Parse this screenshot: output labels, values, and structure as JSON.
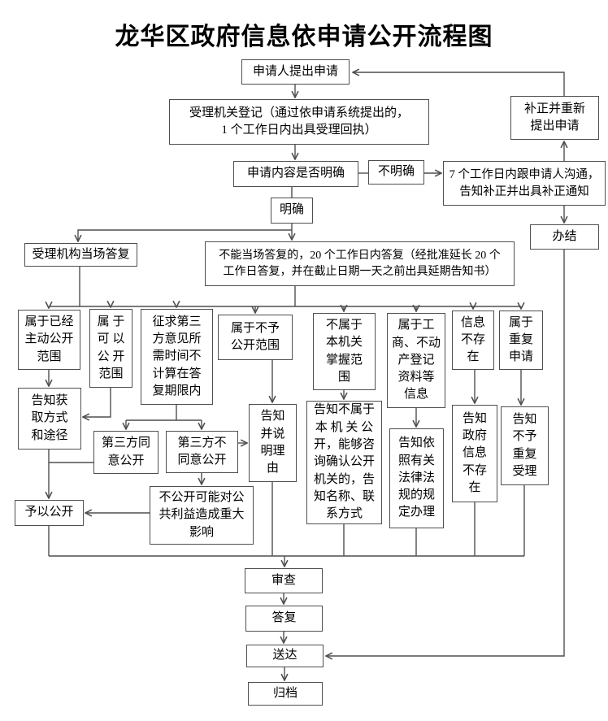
{
  "title": "龙华区政府信息依申请公开流程图",
  "colors": {
    "line": "#4f4f4f",
    "background": "#ffffff",
    "text": "#000000"
  },
  "nodes": {
    "applicant": {
      "label": "申请人提出申请"
    },
    "register": {
      "label": "受理机关登记（通过依申请系统提出的，\n1 个工作日内出具受理回执）"
    },
    "resubmit": {
      "label": "补正并重新\n提出申请"
    },
    "content_clear": {
      "label": "申请内容是否明确"
    },
    "unclear": {
      "label": "不明确"
    },
    "communicate": {
      "label": "7 个工作日内跟申请人沟通，\n告知补正并出具补正通知"
    },
    "clear": {
      "label": "明确"
    },
    "close_case": {
      "label": "办结"
    },
    "onspot_reply": {
      "label": "受理机构当场答复"
    },
    "delayed_reply": {
      "label": "不能当场答复的，20 个工作日内答复（经批准延长 20 个\n工作日答复，并在截止日期一天之前出具延期告知书）"
    },
    "cat_already_public": {
      "label": "属于已经\n主动公开\n范围"
    },
    "cat_can_public": {
      "label": "属 于\n可 以\n公 开\n范围"
    },
    "cat_third_party": {
      "label": "征求第三\n方意见所\n需时间不\n计算在答\n复期限内"
    },
    "cat_not_public": {
      "label": "属于不予\n公开范围"
    },
    "cat_not_held": {
      "label": "不属于\n本机关\n掌握范\n围"
    },
    "cat_commercial": {
      "label": "属于工\n商、不动\n产登记\n资料等\n信息"
    },
    "cat_not_exist": {
      "label": "信息\n不存\n在"
    },
    "cat_repeat": {
      "label": "属于\n重复\n申请"
    },
    "inform_method": {
      "label": "告知获\n取方式\n和途径"
    },
    "third_agree": {
      "label": "第三方同\n意公开"
    },
    "third_disagree": {
      "label": "第三方不\n同意公开"
    },
    "inform_reason": {
      "label": "告知\n并说\n明理\n由"
    },
    "inform_not_held": {
      "label": "告知不属于\n本 机 关 公\n开，能够咨\n询确认公开\n机关的，告\n知名称、联\n系方式"
    },
    "inform_law": {
      "label": "告知依\n照有关\n法律法\n规的规\n定办理"
    },
    "inform_not_exist": {
      "label": "告知\n政府\n信息\n不存\n在"
    },
    "inform_no_repeat": {
      "label": "告知\n不予\n重复\n受理"
    },
    "major_impact": {
      "label": "不公开可能对公\n共利益造成重大\n影响"
    },
    "grant_public": {
      "label": "予以公开"
    },
    "review": {
      "label": "审查"
    },
    "reply": {
      "label": "答复"
    },
    "deliver": {
      "label": "送达"
    },
    "archive": {
      "label": "归档"
    }
  }
}
